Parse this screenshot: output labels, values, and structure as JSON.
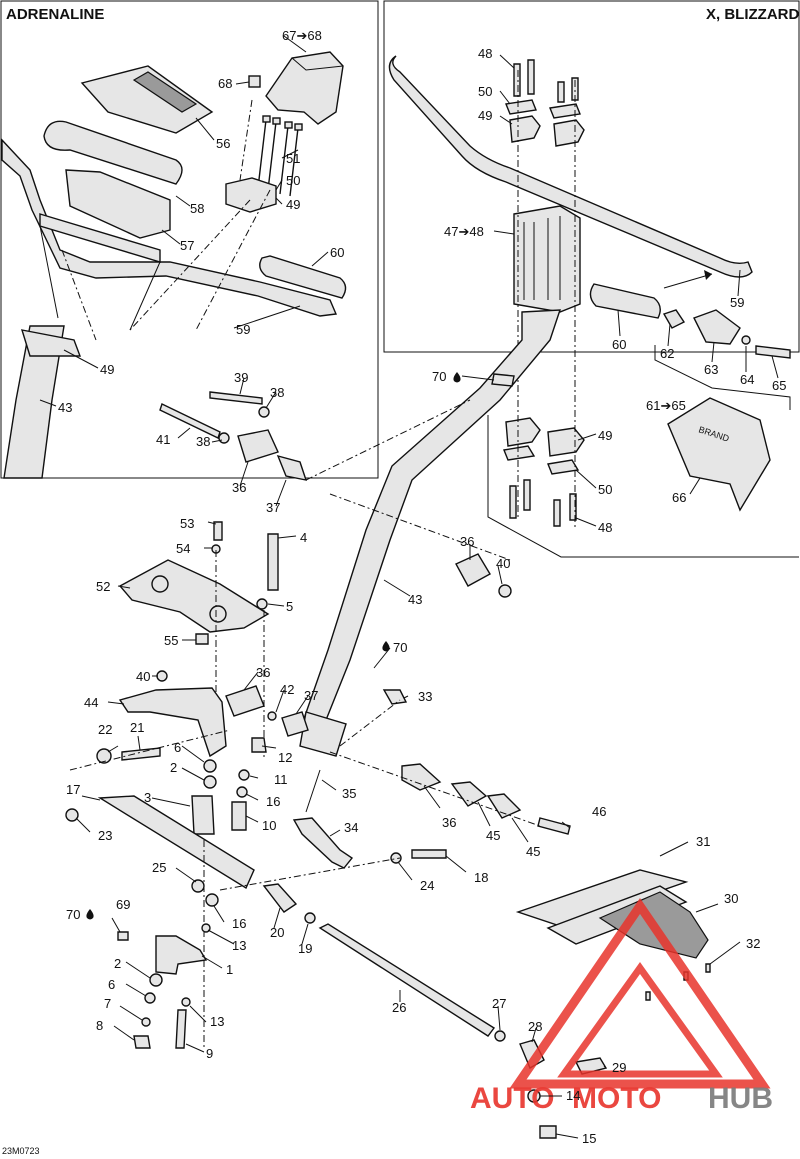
{
  "panels": {
    "left_title": "ADRENALINE",
    "right_title": "X, BLIZZARD"
  },
  "figure_code": "23M0723",
  "watermark": {
    "part1": "AUTO",
    "part2": "MOTO",
    "part3": "HUB",
    "color_red": "#e8342c",
    "color_gray": "#7a7a7a"
  },
  "callouts": {
    "c67_68": "67➔68",
    "c68a": "68",
    "c56": "56",
    "c51a": "51",
    "c50a": "50",
    "c49a": "49",
    "c58": "58",
    "c57": "57",
    "c60a": "60",
    "c59a": "59",
    "c49b": "49",
    "c43a": "43",
    "c48a": "48",
    "c50b": "50",
    "c49c": "49",
    "c47_48": "47➔48",
    "c59b": "59",
    "c60b": "60",
    "c62": "62",
    "c63": "63",
    "c64": "64",
    "c65": "65",
    "c61_65": "61➔65",
    "c66": "66",
    "c49d": "49",
    "c50c": "50",
    "c48b": "48",
    "c70a": "70",
    "c39": "39",
    "c38a": "38",
    "c41": "41",
    "c38b": "38",
    "c36a": "36",
    "c37a": "37",
    "c53": "53",
    "c4": "4",
    "c54": "54",
    "c52": "52",
    "c5": "5",
    "c55": "55",
    "c36b": "36",
    "c40a": "40",
    "c43b": "43",
    "c70b": "70",
    "c40b": "40",
    "c36c": "36",
    "c42": "42",
    "c37b": "37",
    "c33": "33",
    "c44": "44",
    "c22": "22",
    "c21": "21",
    "c6a": "6",
    "c12": "12",
    "c2a": "2",
    "c11": "11",
    "c17": "17",
    "c3": "3",
    "c16a": "16",
    "c35": "35",
    "c23": "23",
    "c10": "10",
    "c36d": "36",
    "c45a": "45",
    "c46": "46",
    "c45b": "45",
    "c34": "34",
    "c31": "31",
    "c25": "25",
    "c24": "24",
    "c18": "18",
    "c30": "30",
    "c70c": "70",
    "c69": "69",
    "c16b": "16",
    "c20": "20",
    "c13a": "13",
    "c19": "19",
    "c32": "32",
    "c1": "1",
    "c2b": "2",
    "c6b": "6",
    "c26": "26",
    "c27": "27",
    "c7": "7",
    "c13b": "13",
    "c28": "28",
    "c8": "8",
    "c9": "9",
    "c29": "29",
    "c14": "14",
    "c15": "15"
  },
  "icons": {
    "drop": "oil-drop-icon"
  }
}
